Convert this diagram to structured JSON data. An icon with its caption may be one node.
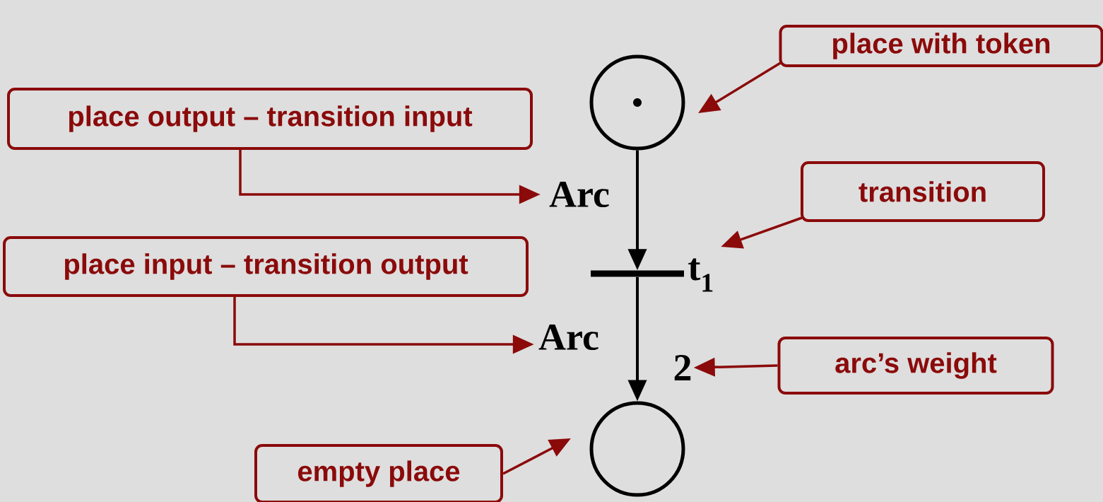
{
  "diagram": {
    "nodes": [
      {
        "text": [
          "place with token"
        ]
      },
      {
        "text": [],
        "shape": "circle"
      },
      {
        "text": [
          "place output – transition input"
        ]
      },
      {
        "text": [
          "Arc"
        ]
      },
      {
        "text": [
          "transition"
        ]
      },
      {
        "text": [],
        "shape": "bar",
        "beside": [
          "t$_{1}$"
        ]
      },
      {
        "text": [
          "place input – transition output"
        ]
      },
      {
        "text": [
          "Arc"
        ]
      },
      {
        "text": [
          "2"
        ]
      },
      {
        "text": [
          "arc’s weight"
        ]
      },
      {
        "text": [],
        "shape": "circle"
      },
      {
        "text": [
          "empty place"
        ]
      }
    ],
    "edges": [
      {
        "from": 0,
        "to": 1,
        "arrow": "to"
      },
      {
        "from": 2,
        "to": 3,
        "arrow": "to"
      },
      {
        "from": 1,
        "to": 5,
        "arrow": "to",
        "color": "#000000"
      },
      {
        "from": 4,
        "to": 5,
        "arrow": "to"
      },
      {
        "from": 6,
        "to": 7,
        "arrow": "to"
      },
      {
        "from": 5,
        "to": 10,
        "arrow": "to",
        "color": "#000000"
      },
      {
        "from": 9,
        "to": 8,
        "arrow": "to"
      },
      {
        "from": 11,
        "to": 10,
        "arrow": "to"
      }
    ]
  }
}
